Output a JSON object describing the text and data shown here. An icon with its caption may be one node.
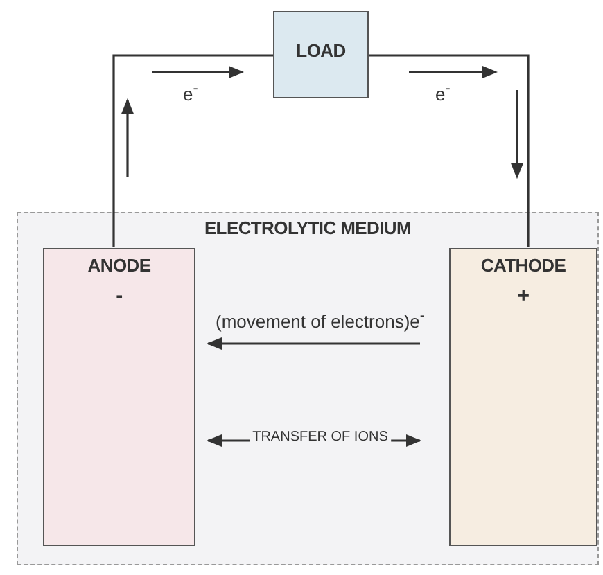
{
  "diagram": {
    "nodes": [
      {
        "text": [
          "LOAD"
        ]
      },
      {
        "text": [
          "ELECTROLYTIC MEDIUM"
        ]
      },
      {
        "text": [
          "ANODE",
          "-"
        ],
        "in": 1
      },
      {
        "text": [
          "CATHODE",
          "+"
        ],
        "in": 1
      }
    ],
    "edges": [
      {
        "from": 2,
        "to": 0,
        "arrow": "none"
      },
      {
        "from": 0,
        "to": 3,
        "arrow": "none"
      },
      {
        "from": 3,
        "to": 2,
        "arrow": "to",
        "label": "(movement of electrons)e$^{-}$"
      },
      {
        "from": 2,
        "to": 3,
        "arrow": "both",
        "label": "TRANSFER OF IONS"
      }
    ],
    "labels": [
      "e$^{-}$",
      "e$^{-}$"
    ]
  }
}
